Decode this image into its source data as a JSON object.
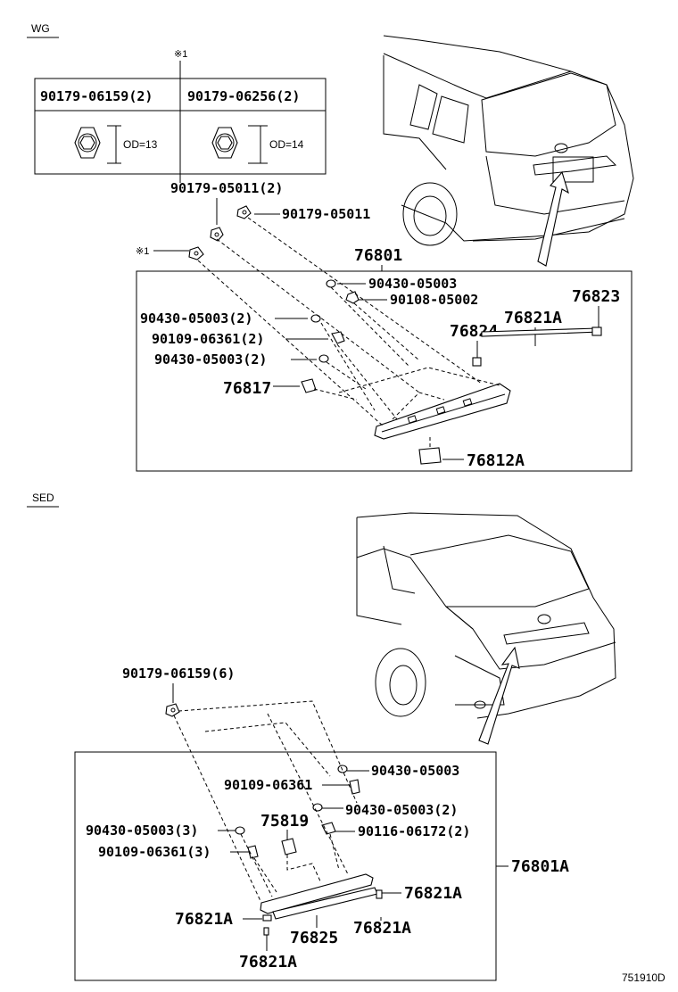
{
  "wg_section": {
    "tag": "WG",
    "ref_note": "※1",
    "nut_table": {
      "col1_header": "90179-06159(2)",
      "col2_header": "90179-06256(2)",
      "col1_od": "OD=13",
      "col2_od": "OD=14"
    },
    "labels": {
      "p90179_05011_2": "90179-05011(2)",
      "p90179_05011": "90179-05011",
      "ref_star": "※1",
      "p76801": "76801",
      "p90430_05003_a": "90430-05003",
      "p90108_05002": "90108-05002",
      "p76823": "76823",
      "p90430_05003_2a": "90430-05003(2)",
      "p76821A": "76821A",
      "p90109_06361_2": "90109-06361(2)",
      "p76824": "76824",
      "p90430_05003_2b": "90430-05003(2)",
      "p76817": "76817",
      "p76812A": "76812A"
    }
  },
  "sed_section": {
    "tag": "SED",
    "labels": {
      "p90179_06159_6": "90179-06159(6)",
      "p90430_05003": "90430-05003",
      "p90109_06361": "90109-06361",
      "p90430_05003_2": "90430-05003(2)",
      "p75819": "75819",
      "p90430_05003_3": "90430-05003(3)",
      "p90116_06172_2": "90116-06172(2)",
      "p90109_06361_3": "90109-06361(3)",
      "p76801A": "76801A",
      "p76821A_a": "76821A",
      "p76821A_b": "76821A",
      "p76825": "76825",
      "p76821A_c": "76821A",
      "p76821A_d": "76821A"
    }
  },
  "footer": {
    "drawing_id": "751910D"
  }
}
